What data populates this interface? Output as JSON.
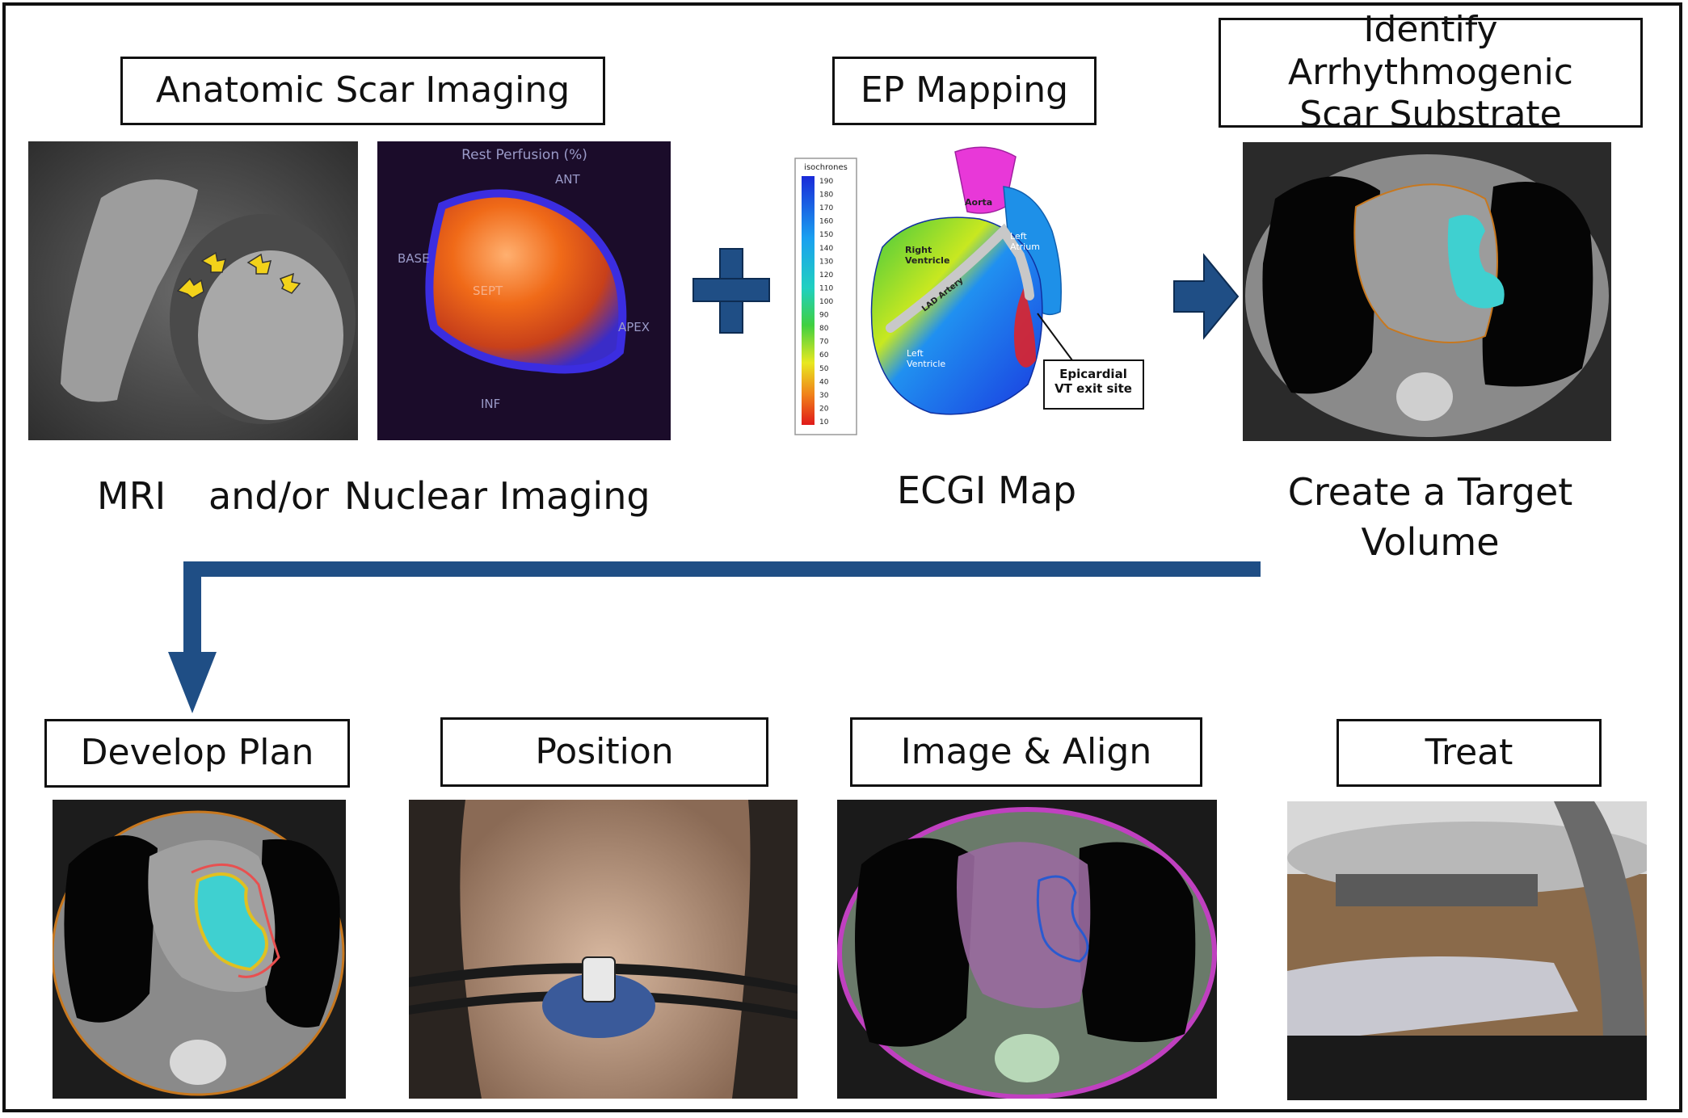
{
  "top": {
    "anatomic_box": "Anatomic Scar Imaging",
    "ep_box": "EP Mapping",
    "identify_box": "Identify Arrhythmogenic\nScar Substrate",
    "caption_mri": "MRI",
    "caption_andor": "and/or",
    "caption_nuclear": "Nuclear Imaging",
    "caption_ecgi": "ECGI Map",
    "caption_target": "Create a Target\nVolume"
  },
  "nuclear": {
    "title": "Rest Perfusion (%)",
    "ant": "ANT",
    "base": "BASE",
    "sept": "SEPT",
    "apex": "APEX",
    "inf": "INF"
  },
  "ecgi": {
    "scale_title": "isochrones",
    "scale_values": [
      "190",
      "180",
      "170",
      "160",
      "150",
      "140",
      "130",
      "120",
      "110",
      "100",
      "90",
      "80",
      "70",
      "60",
      "50",
      "40",
      "30",
      "20",
      "10"
    ],
    "labels": {
      "aorta": "Aorta",
      "left_atrium": "Left\nAtrium",
      "right_ventricle": "Right\nVentricle",
      "lad_artery": "LAD Artery",
      "left_ventricle": "Left\nVentricle",
      "callout": "Epicardial\nVT exit site"
    }
  },
  "bottom": {
    "develop_plan": "Develop Plan",
    "position": "Position",
    "image_align": "Image & Align",
    "treat": "Treat"
  },
  "colors": {
    "arrow": "#1f4e85",
    "contour_orange": "#c8781e",
    "target_cyan": "#3fd0d0"
  }
}
